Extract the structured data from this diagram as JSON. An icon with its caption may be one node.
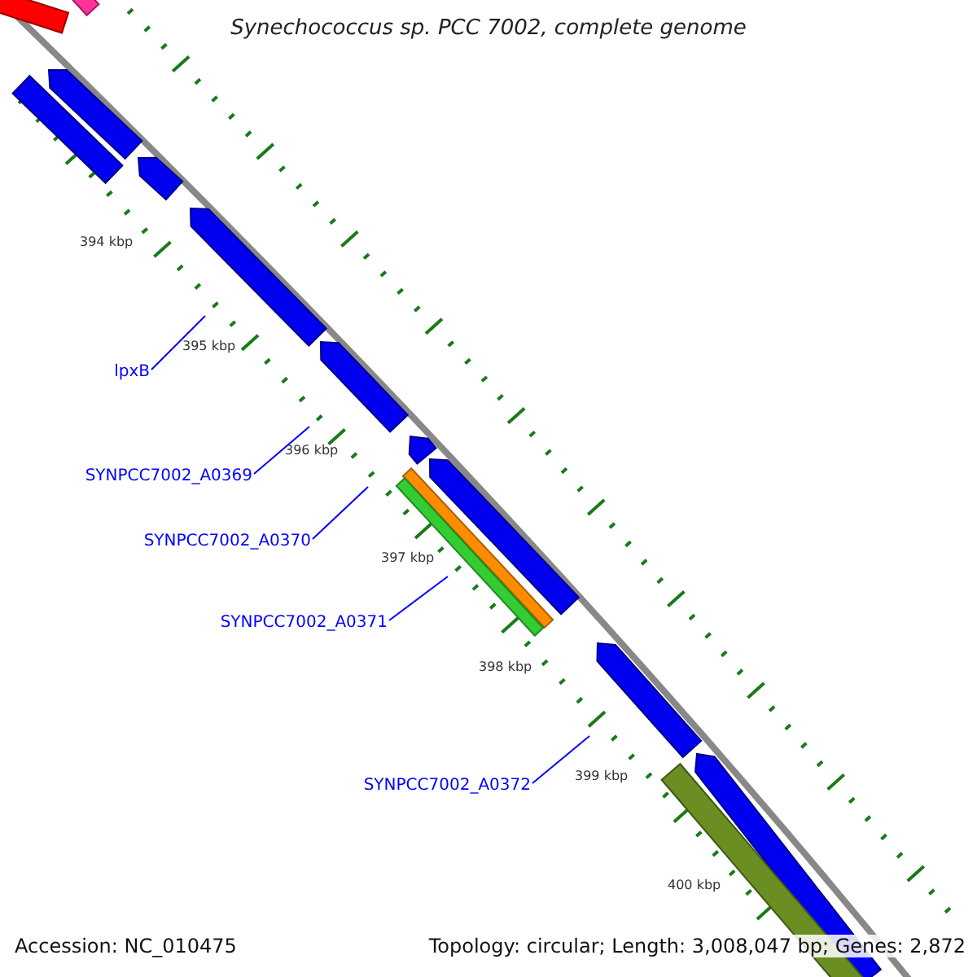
{
  "diagram": {
    "title": "*Synechococcus sp. PCC 7002*, complete genome",
    "nodes": [
      {
        "text": [
          "lpxB"
        ]
      },
      {
        "text": [
          "SYNPCC7002_A0369"
        ]
      },
      {
        "text": [
          "SYNPCC7002_A0370"
        ]
      },
      {
        "text": [
          "SYNPCC7002_A0371"
        ]
      },
      {
        "text": [
          "SYNPCC7002_A0372"
        ]
      }
    ],
    "edges": [
      {
        "from": 0,
        "to": null,
        "arrow": "none"
      },
      {
        "from": 1,
        "to": null,
        "arrow": "none"
      },
      {
        "from": 2,
        "to": null,
        "arrow": "none"
      },
      {
        "from": 3,
        "to": null,
        "arrow": "none"
      },
      {
        "from": 4,
        "to": null,
        "arrow": "none"
      }
    ],
    "labels": [
      "394 kbp",
      "395 kbp",
      "396 kbp",
      "397 kbp",
      "398 kbp",
      "399 kbp",
      "400 kbp",
      "Accession: NC_010475",
      "Topology: circular; Length: 3,008,047 bp; Genes: 2,872"
    ]
  }
}
